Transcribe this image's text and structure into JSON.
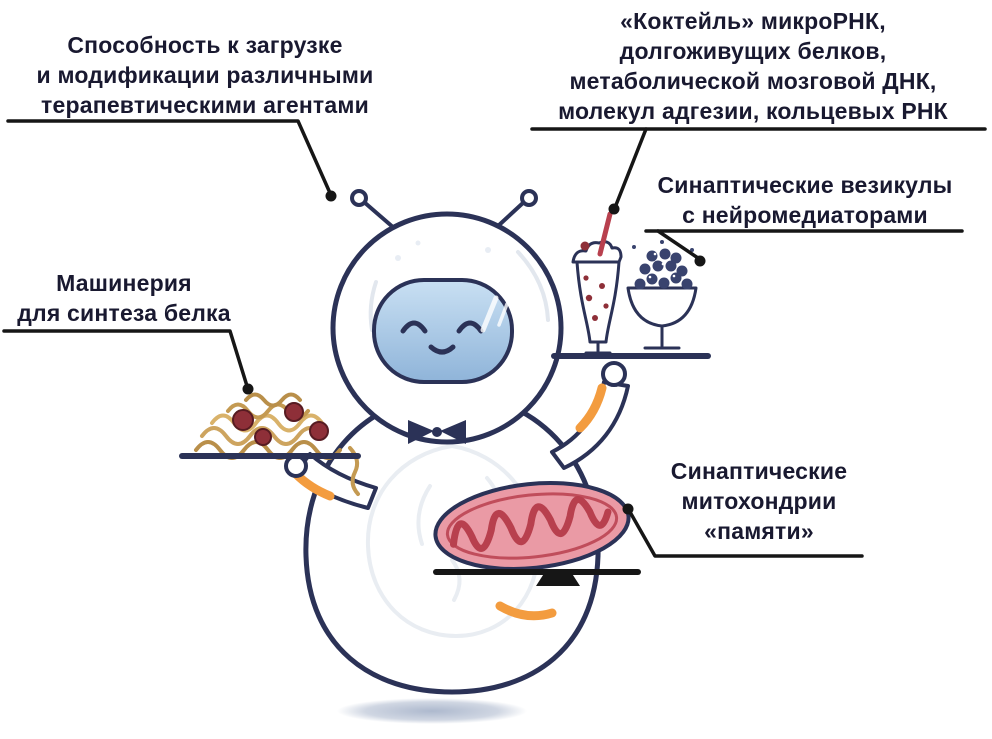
{
  "labels": {
    "therapeutic": {
      "line1": "Способность к загрузке",
      "line2": "и модификации различными",
      "line3": "терапевтическими агентами"
    },
    "cocktail": {
      "line1": "«Коктейль» микроРНК,",
      "line2": "долгоживущих белков,",
      "line3": "метаболической мозговой ДНК,",
      "line4": "молекул адгезии, кольцевых РНК"
    },
    "vesicles": {
      "line1": "Синаптические везикулы",
      "line2": "с нейромедиаторами"
    },
    "protein": {
      "line1": "Машинерия",
      "line2": "для синтеза белка"
    },
    "mitochondria": {
      "line1": "Синаптические",
      "line2": "митохондрии",
      "line3": "«памяти»"
    }
  },
  "colors": {
    "outline": "#2b3257",
    "callout": "#161616",
    "text": "#191930",
    "visor_top": "#c9e0f3",
    "visor_bottom": "#8fb4d9",
    "accent_orange": "#f39c3f",
    "mito_fill": "#ea9aa5",
    "mito_detail": "#b8404e",
    "berry": "#39436e",
    "pasta": "#c49a52",
    "meatball": "#8e2f38",
    "shadow": "#a9b5cb"
  }
}
